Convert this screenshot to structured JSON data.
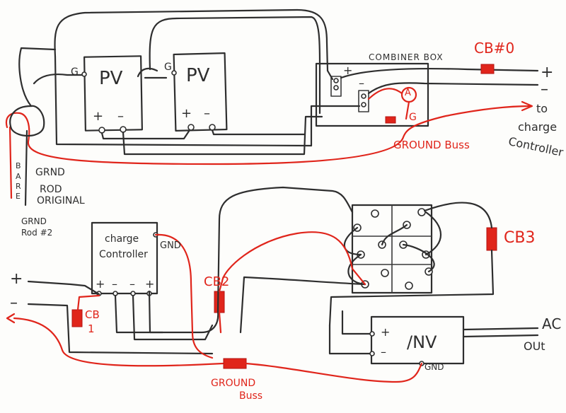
{
  "labels": {
    "pv1": "PV",
    "pv2": "PV",
    "g": "G",
    "plus": "+",
    "minus": "–",
    "combiner_box": "COMBINER BOX",
    "cb0": "CB#0",
    "to_charge_controller": [
      "to",
      "charge",
      "Controller"
    ],
    "ammeter": "A",
    "ground_buss_top": "GROUND Buss",
    "grnd_rod_original": [
      "GRND",
      "ROD",
      "ORIGINAL"
    ],
    "grnd_rod_2": [
      "GRND",
      "Rod #2"
    ],
    "bare": [
      "B",
      "A",
      "R",
      "E"
    ],
    "charge_controller": [
      "charge",
      "Controller"
    ],
    "gnd": "GND",
    "cb1": [
      "CB",
      "1"
    ],
    "cb2": "CB2",
    "cb3": "CB3",
    "inv": "/NV",
    "ac_out": [
      "AC",
      "OUt"
    ],
    "ground_buss_bottom": [
      "GROUND",
      "Buss"
    ]
  },
  "colors": {
    "ink": "#2e2e2e",
    "red_wire": "#e0251b",
    "paper": "#fdfdfb"
  }
}
